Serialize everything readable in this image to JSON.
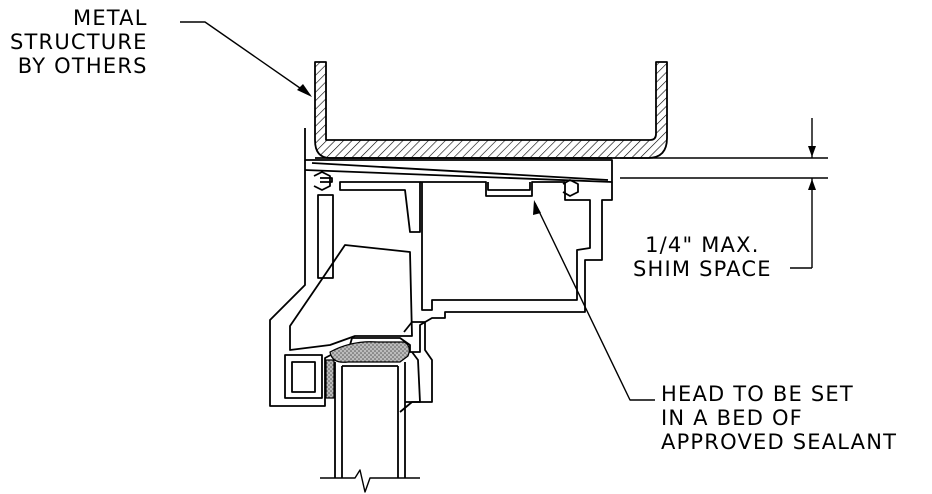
{
  "labels": {
    "metal_structure": [
      "METAL",
      "STRUCTURE",
      "BY OTHERS"
    ],
    "shim_space": [
      "1/4\" MAX.",
      "SHIM SPACE"
    ],
    "head_sealant": [
      "HEAD TO BE SET",
      "IN A BED OF",
      "APPROVED SEALANT"
    ]
  },
  "colors": {
    "line": "#000000",
    "background": "#ffffff",
    "sealant": "#9a9a9a"
  }
}
